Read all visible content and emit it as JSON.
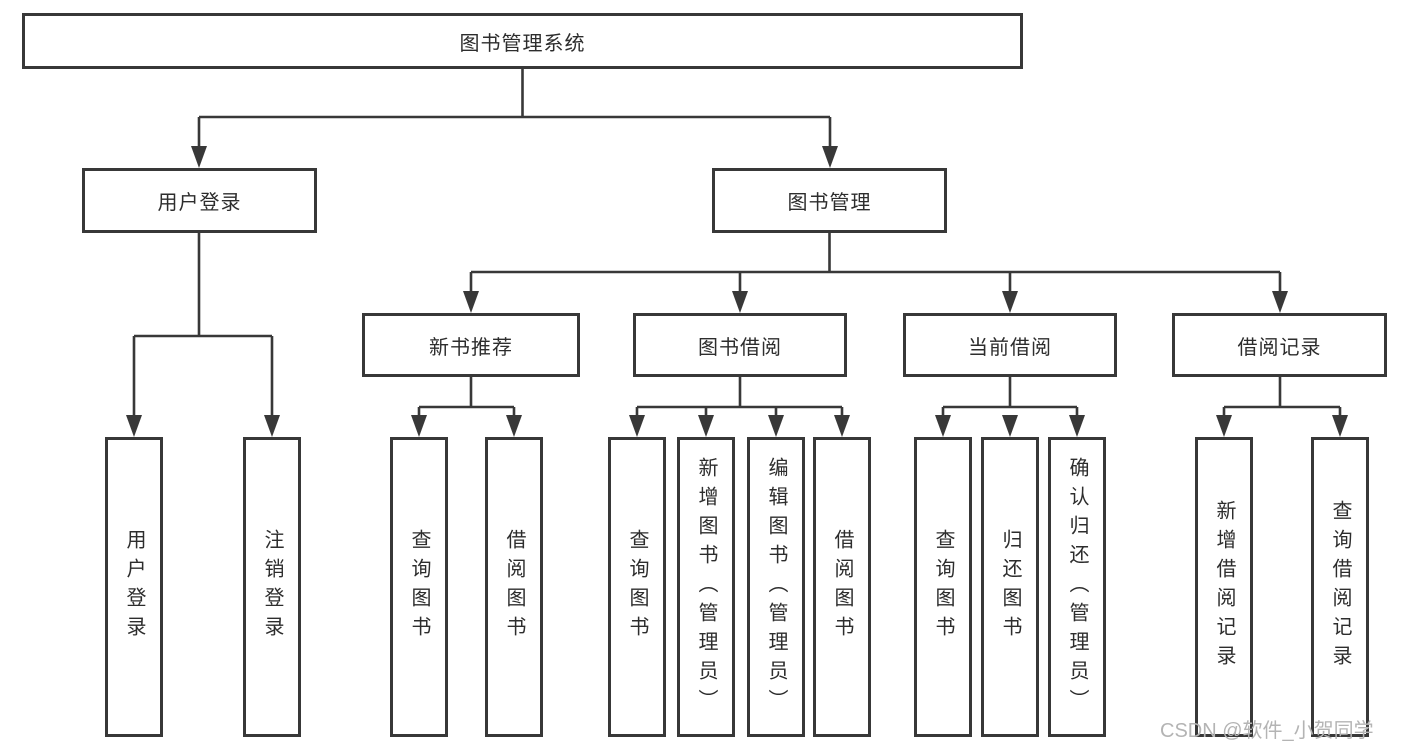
{
  "diagram": {
    "type": "hierarchy-tree",
    "root": {
      "label": "图书管理系统"
    },
    "level1": [
      {
        "label": "用户登录",
        "parent": "图书管理系统"
      },
      {
        "label": "图书管理",
        "parent": "图书管理系统"
      }
    ],
    "level2": [
      {
        "label": "新书推荐",
        "parent": "图书管理"
      },
      {
        "label": "图书借阅",
        "parent": "图书管理"
      },
      {
        "label": "当前借阅",
        "parent": "图书管理"
      },
      {
        "label": "借阅记录",
        "parent": "图书管理"
      }
    ],
    "leaves": [
      {
        "label": "用户登录",
        "parent": "用户登录"
      },
      {
        "label": "注销登录",
        "parent": "用户登录"
      },
      {
        "label": "查询图书",
        "parent": "新书推荐"
      },
      {
        "label": "借阅图书",
        "parent": "新书推荐"
      },
      {
        "label": "查询图书",
        "parent": "图书借阅"
      },
      {
        "label": "新增图书（管理员）",
        "parent": "图书借阅"
      },
      {
        "label": "编辑图书（管理员）",
        "parent": "图书借阅"
      },
      {
        "label": "借阅图书",
        "parent": "图书借阅"
      },
      {
        "label": "查询图书",
        "parent": "当前借阅"
      },
      {
        "label": "归还图书",
        "parent": "当前借阅"
      },
      {
        "label": "确认归还（管理员）",
        "parent": "当前借阅"
      },
      {
        "label": "新增借阅记录",
        "parent": "借阅记录"
      },
      {
        "label": "查询借阅记录",
        "parent": "借阅记录"
      }
    ]
  },
  "watermark": {
    "text": "CSDN @软件_小贺同学"
  },
  "colors": {
    "line": "#383838",
    "box_border": "#383838",
    "text": "#2d2d2d",
    "watermark": "#b4b4b4",
    "background": "#ffffff"
  }
}
